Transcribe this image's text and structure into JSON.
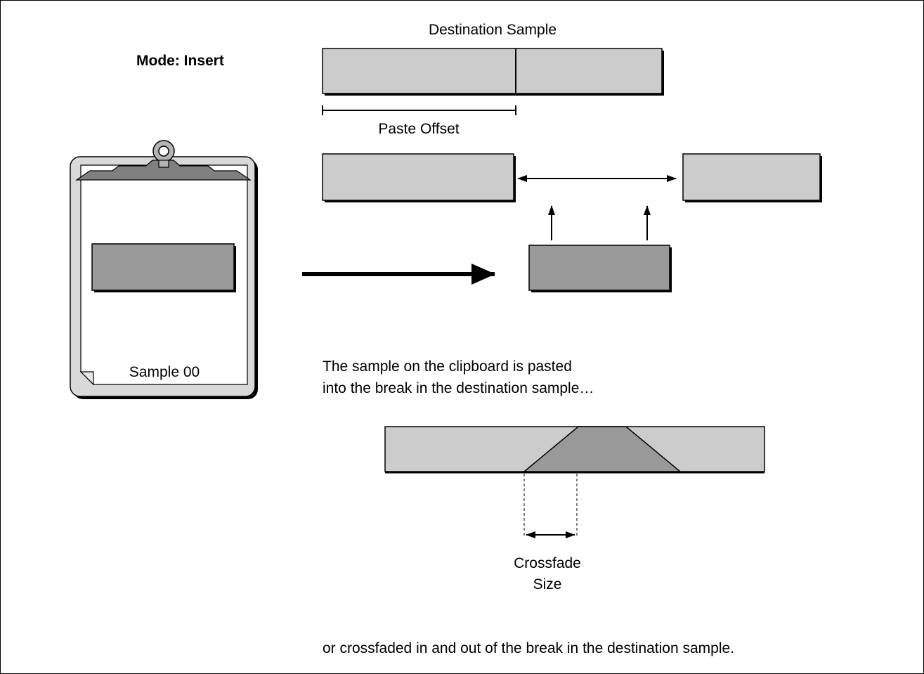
{
  "mode_label": "Mode: Insert",
  "destination_label": "Destination Sample",
  "paste_offset_label": "Paste Offset",
  "clipboard_label": "Sample 00",
  "caption_line1": "The sample on the clipboard is pasted",
  "caption_line2": "into the break in the destination sample…",
  "crossfade_line1": "Crossfade",
  "crossfade_line2": "Size",
  "bottom_caption": "or crossfaded in and out of the break in the destination sample.",
  "colors": {
    "light_sample": "#cccccc",
    "dark_sample": "#999999",
    "shadow": "#000000",
    "clipboard_fill": "#d9d9d9",
    "clipboard_clip": "#808080"
  }
}
